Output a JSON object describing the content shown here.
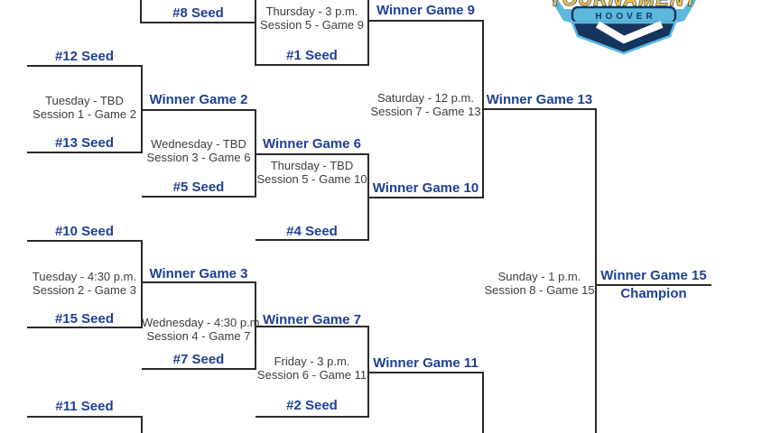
{
  "logo": {
    "tournament": "TOURNAMENT",
    "hoover": "HOOVER"
  },
  "colors": {
    "label_blue": "#1e4094",
    "schedule_text": "#3d3d3d",
    "bracket_line": "#2a2a2a",
    "logo_light_blue": "#5cb8dc",
    "logo_navy": "#16355e",
    "logo_yellow": "#eec24e",
    "background": "#ffffff"
  },
  "labels": {
    "seed_8": "#8 Seed",
    "seed_1": "#1 Seed",
    "seed_12": "#12 Seed",
    "seed_13": "#13 Seed",
    "seed_5": "#5 Seed",
    "seed_4": "#4 Seed",
    "seed_10": "#10 Seed",
    "seed_15": "#15 Seed",
    "seed_7": "#7 Seed",
    "seed_2": "#2 Seed",
    "seed_11": "#11 Seed",
    "winner_game_2": "Winner Game 2",
    "winner_game_3": "Winner Game 3",
    "winner_game_6": "Winner Game 6",
    "winner_game_7": "Winner Game 7",
    "winner_game_9": "Winner Game 9",
    "winner_game_10": "Winner Game 10",
    "winner_game_11": "Winner Game 11",
    "winner_game_13": "Winner Game 13",
    "winner_game_15": "Winner Game 15",
    "champion": "Champion"
  },
  "schedules": {
    "game_2": {
      "row1": "Tuesday - TBD",
      "row2": "Session 1 - Game 2"
    },
    "game_3": {
      "row1": "Tuesday - 4:30 p.m.",
      "row2": "Session 2 - Game 3"
    },
    "game_6": {
      "row1": "Wednesday - TBD",
      "row2": "Session 3 - Game 6"
    },
    "game_7": {
      "row1": "Wednesday - 4:30 p.m.",
      "row2": "Session 4 - Game 7"
    },
    "game_9": {
      "row1": "Thursday - 3 p.m.",
      "row2": "Session 5 - Game 9"
    },
    "game_10": {
      "row1": "Thursday - TBD",
      "row2": "Session 5 - Game 10"
    },
    "game_11": {
      "row1": "Friday - 3 p.m.",
      "row2": "Session 6 - Game 11"
    },
    "game_13": {
      "row1": "Saturday - 12 p.m.",
      "row2": "Session 7 - Game 13"
    },
    "game_15": {
      "row1": "Sunday - 1 p.m.",
      "row2": "Session 8 - Game 15"
    }
  }
}
